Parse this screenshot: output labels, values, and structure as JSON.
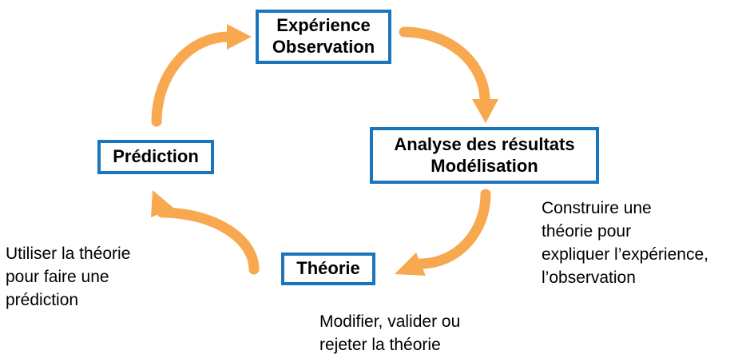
{
  "colors": {
    "arrow_orange": "#F8A950",
    "box_border_blue": "#1B75BC",
    "text_black": "#000000",
    "background": "#FFFFFF"
  },
  "boxes": {
    "experience": {
      "label": "Expérience\nObservation"
    },
    "analyse": {
      "label": "Analyse des résultats\nModélisation"
    },
    "theorie": {
      "label": "Théorie"
    },
    "prediction": {
      "label": "Prédiction"
    }
  },
  "annotations": {
    "construire": {
      "text": "Construire une\nthéorie pour\nexpliquer l’expérience,\nl’observation"
    },
    "utiliser": {
      "text": "Utiliser la théorie\npour faire une\nprédiction"
    },
    "modifier": {
      "text": "Modifier, valider ou\nrejeter la théorie"
    }
  },
  "arrows": {
    "prediction_to_experience": "curved-arrow-up-right",
    "experience_to_analyse": "curved-arrow-down-right",
    "analyse_to_theorie": "curved-arrow-down-left",
    "theorie_to_prediction": "curved-arrow-up-left"
  }
}
